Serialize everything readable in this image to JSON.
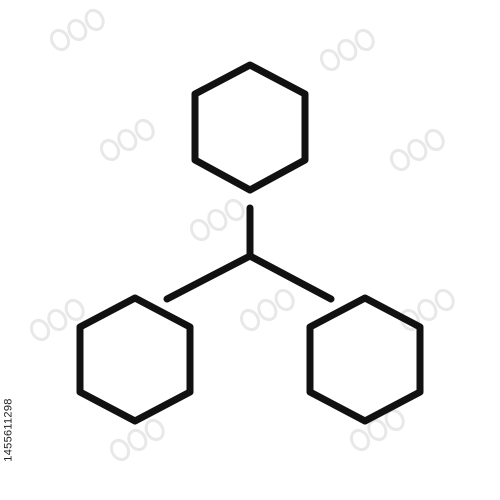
{
  "stock_id_text": "1455611298",
  "colors": {
    "background": "#ffffff",
    "stroke": "#111111",
    "watermark": "#cfcfcf"
  },
  "icon": {
    "name": "molecule-network-icon",
    "parts": [
      "top-hexagon",
      "left-hexagon",
      "right-hexagon",
      "connector-lines"
    ]
  }
}
